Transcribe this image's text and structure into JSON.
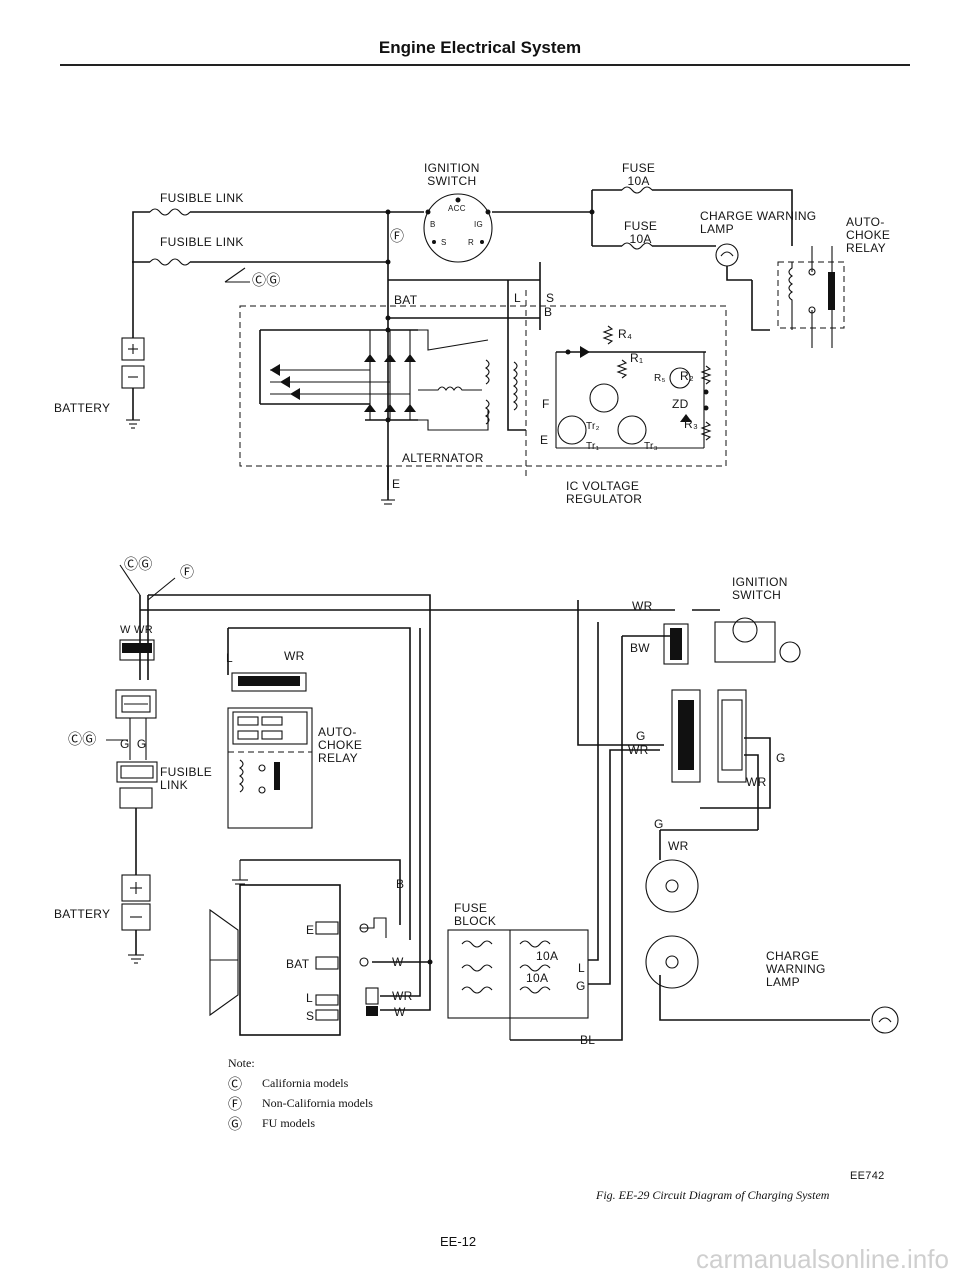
{
  "header": {
    "title": "Engine Electrical System"
  },
  "top_diagram": {
    "fusible_link_1": "FUSIBLE LINK",
    "fusible_link_2": "FUSIBLE LINK",
    "ignition_switch": "IGNITION\nSWITCH",
    "fuse_top": "FUSE\n10A",
    "fuse_inner": "FUSE\n10A",
    "charge_warning_lamp": "CHARGE WARNING\nLAMP",
    "auto_choke_relay": "AUTO-\nCHOKE\nRELAY",
    "battery": "BATTERY",
    "bat": "BAT",
    "alternator": "ALTERNATOR",
    "e_terminal": "E",
    "ic_voltage_regulator": "IC VOLTAGE\nREGULATOR",
    "term_l": "L",
    "term_s": "S",
    "term_b": "B",
    "term_f": "F",
    "term_e": "E",
    "switch_acc": "ACC",
    "switch_b": "B",
    "switch_ig": "IG",
    "switch_s": "S",
    "switch_r": "R",
    "r1": "R₁",
    "r2": "R₂",
    "r3": "R₃",
    "r4": "R₄",
    "rx": "R₅",
    "zd": "ZD",
    "tr1": "Tr₁",
    "tr2": "Tr₂",
    "tr3": "Tr₃",
    "code_cg": "ⒸⒼ",
    "code_f": "Ⓕ"
  },
  "bottom_diagram": {
    "code_cg": "ⒸⒼ",
    "code_f": "Ⓕ",
    "code_cg_2": "ⒸⒼ",
    "w_wr": "W WR",
    "gg": "G  G",
    "fusible_link": "FUSIBLE\nLINK",
    "battery": "BATTERY",
    "l": "L",
    "wr_top": "WR",
    "auto_choke_relay": "AUTO-\nCHOKE\nRELAY",
    "ignition_switch": "IGNITION\nSWITCH",
    "wr_right": "WR",
    "bw": "BW",
    "g": "G",
    "wr_conn": "WR",
    "g_r": "G",
    "wr_r": "WR",
    "g_lower": "G",
    "wr_lower": "WR",
    "b": "B",
    "e": "E",
    "bat": "BAT",
    "w": "W",
    "l_lo": "L",
    "s_lo": "S",
    "wr_lo": "WR",
    "w_lo": "W",
    "fuse_block": "FUSE\nBLOCK",
    "fuse_10a_1": "10A",
    "fuse_10a_2": "10A",
    "fb_l": "L",
    "fb_g": "G",
    "bl": "BL",
    "charge_warning_lamp": "CHARGE\nWARNING\nLAMP"
  },
  "notes": {
    "title": "Note:",
    "items": [
      {
        "symbol": "Ⓒ",
        "text": "California models"
      },
      {
        "symbol": "Ⓕ",
        "text": "Non-California models"
      },
      {
        "symbol": "Ⓖ",
        "text": "FU models"
      }
    ]
  },
  "figure": {
    "code": "EE742",
    "caption": "Fig. EE-29 Circuit Diagram of Charging System"
  },
  "page_number": "EE-12",
  "watermark": "carmanualsonline.info"
}
